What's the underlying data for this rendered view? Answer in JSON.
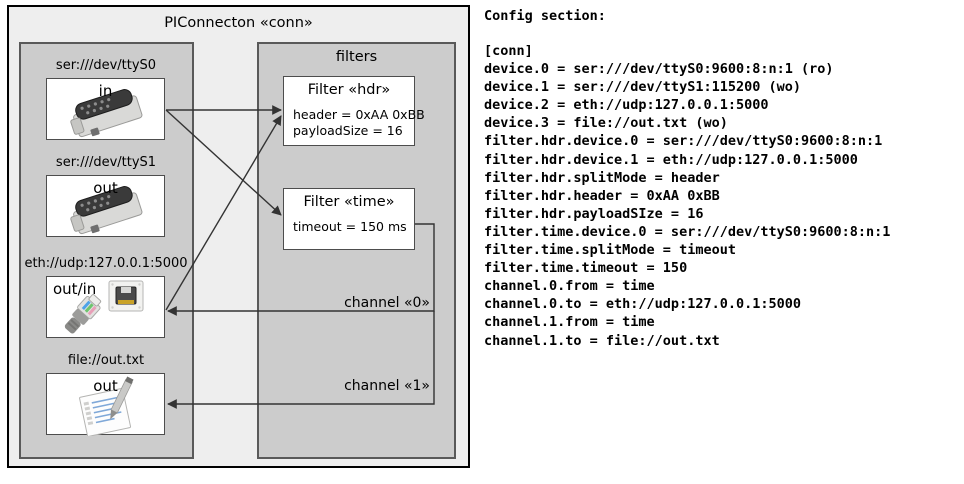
{
  "diagram": {
    "title": "PIConnecton «conn»",
    "devices_panel": {
      "name": "devices",
      "items": [
        {
          "label": "ser:///dev/ttyS0",
          "direction": "in",
          "icon": "serial-port-db9-icon",
          "align": "center"
        },
        {
          "label": "ser:///dev/ttyS1",
          "direction": "out",
          "icon": "serial-port-db9-icon",
          "align": "center"
        },
        {
          "label": "eth://udp:127.0.0.1:5000",
          "direction": "out/in",
          "icon": "ethernet-rj45-icon",
          "align": "left"
        },
        {
          "label": "file://out.txt",
          "direction": "out",
          "icon": "text-file-icon",
          "align": "center"
        }
      ]
    },
    "filters_panel": {
      "title": "filters",
      "filters": [
        {
          "title": "Filter «hdr»",
          "attributes": "header = 0xAA 0xBB\npayloadSize = 16"
        },
        {
          "title": "Filter «time»",
          "attributes": "timeout = 150 ms"
        }
      ],
      "channels": [
        {
          "label": "channel «0»"
        },
        {
          "label": "channel «1»"
        }
      ]
    }
  },
  "config": {
    "heading": "Config section:",
    "text": "[conn]\ndevice.0 = ser:///dev/ttyS0:9600:8:n:1 (ro)\ndevice.1 = ser:///dev/ttyS1:115200 (wo)\ndevice.2 = eth://udp:127.0.0.1:5000\ndevice.3 = file://out.txt (wo)\nfilter.hdr.device.0 = ser:///dev/ttyS0:9600:8:n:1\nfilter.hdr.device.1 = eth://udp:127.0.0.1:5000\nfilter.hdr.splitMode = header\nfilter.hdr.header = 0xAA 0xBB\nfilter.hdr.payloadSIze = 16\nfilter.time.device.0 = ser:///dev/ttyS0:9600:8:n:1\nfilter.time.splitMode = timeout\nfilter.time.timeout = 150\nchannel.0.from = time\nchannel.0.to = eth://udp:127.0.0.1:5000\nchannel.1.from = time\nchannel.1.to = file://out.txt"
  },
  "colors": {
    "page_background": "#ffffff",
    "outer_frame_fill": "#eeeeee",
    "outer_frame_border": "#000000",
    "panel_fill": "#cccccc",
    "panel_border": "#595959",
    "box_fill": "#ffffff",
    "box_border": "#4d4d4d",
    "wire": "#333333",
    "text": "#000000"
  }
}
